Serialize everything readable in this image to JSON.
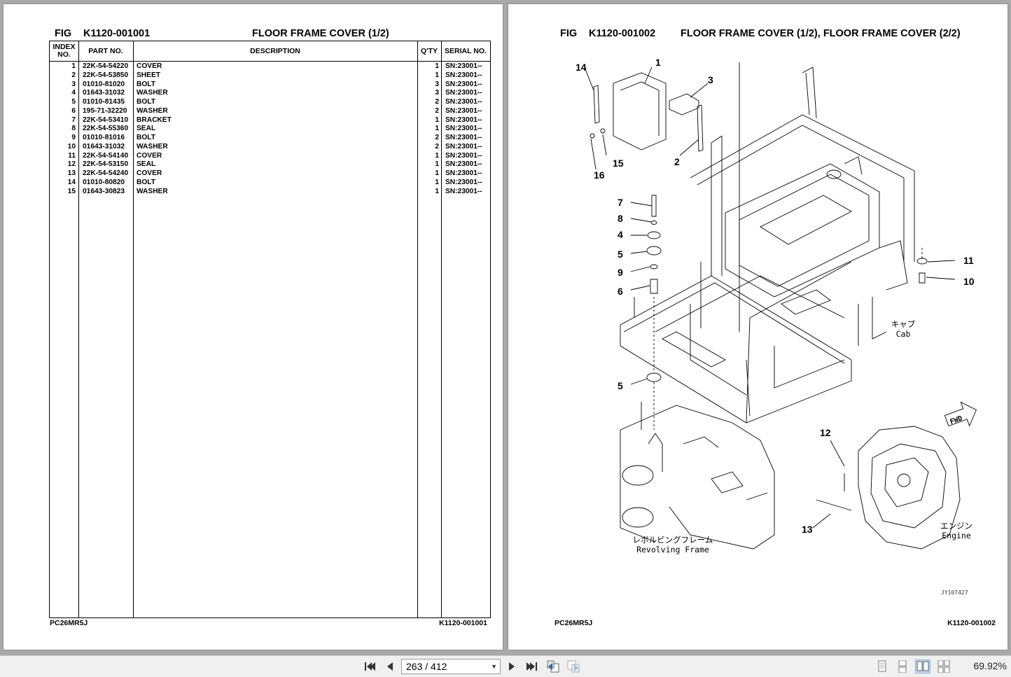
{
  "left_page": {
    "fig_prefix": "FIG",
    "fig_number": "K1120-001001",
    "title": "FLOOR FRAME COVER (1/2)",
    "columns": {
      "index": "INDEX NO.",
      "part_no": "PART NO.",
      "description": "DESCRIPTION",
      "qty": "Q'TY",
      "serial": "SERIAL NO."
    },
    "rows": [
      {
        "index": "1",
        "part": "22K-54-54220",
        "desc": "COVER",
        "qty": "1",
        "serial": "SN:23001--"
      },
      {
        "index": "2",
        "part": "22K-54-53850",
        "desc": "SHEET",
        "qty": "1",
        "serial": "SN:23001--"
      },
      {
        "index": "3",
        "part": "01010-81020",
        "desc": "BOLT",
        "qty": "3",
        "serial": "SN:23001--"
      },
      {
        "index": "4",
        "part": "01643-31032",
        "desc": "WASHER",
        "qty": "3",
        "serial": "SN:23001--"
      },
      {
        "index": "5",
        "part": "01010-81435",
        "desc": "BOLT",
        "qty": "2",
        "serial": "SN:23001--"
      },
      {
        "index": "6",
        "part": "195-71-32220",
        "desc": "WASHER",
        "qty": "2",
        "serial": "SN:23001--"
      },
      {
        "index": "7",
        "part": "22K-54-53410",
        "desc": "BRACKET",
        "qty": "1",
        "serial": "SN:23001--"
      },
      {
        "index": "8",
        "part": "22K-54-55360",
        "desc": "SEAL",
        "qty": "1",
        "serial": "SN:23001--"
      },
      {
        "index": "9",
        "part": "01010-81016",
        "desc": "BOLT",
        "qty": "2",
        "serial": "SN:23001--"
      },
      {
        "index": "10",
        "part": "01643-31032",
        "desc": "WASHER",
        "qty": "2",
        "serial": "SN:23001--"
      },
      {
        "index": "11",
        "part": "22K-54-54140",
        "desc": "COVER",
        "qty": "1",
        "serial": "SN:23001--"
      },
      {
        "index": "12",
        "part": "22K-54-53150",
        "desc": "SEAL",
        "qty": "1",
        "serial": "SN:23001--"
      },
      {
        "index": "13",
        "part": "22K-54-54240",
        "desc": "COVER",
        "qty": "1",
        "serial": "SN:23001--"
      },
      {
        "index": "14",
        "part": "01010-80820",
        "desc": "BOLT",
        "qty": "1",
        "serial": "SN:23001--"
      },
      {
        "index": "15",
        "part": "01643-30823",
        "desc": "WASHER",
        "qty": "1",
        "serial": "SN:23001--"
      }
    ],
    "footer_left": "PC26MR5J",
    "footer_right": "K1120-001001"
  },
  "right_page": {
    "fig_prefix": "FIG",
    "fig_number": "K1120-001002",
    "title": "FLOOR FRAME COVER (1/2), FLOOR FRAME COVER (2/2)",
    "callouts": [
      "1",
      "2",
      "3",
      "4",
      "5",
      "6",
      "7",
      "8",
      "9",
      "10",
      "11",
      "12",
      "13",
      "14",
      "15",
      "16",
      "5"
    ],
    "captions": {
      "cab_jp": "キャブ",
      "cab_en": "Cab",
      "frame_jp": "レボルビングフレーム",
      "frame_en": "Revolving Frame",
      "engine_jp": "エンジン",
      "engine_en": "Engine",
      "fwd": "FWD",
      "drawing_id": "JY107427"
    },
    "footer_left": "PC26MR5J",
    "footer_right": "K1120-001002"
  },
  "toolbar": {
    "page_indicator": "263 / 412",
    "zoom": "69.92%",
    "icons": [
      "first-page-icon",
      "previous-page-icon",
      "next-page-icon",
      "last-page-icon",
      "previous-view-icon",
      "next-view-icon",
      "single-page-view-icon",
      "continuous-view-icon",
      "facing-view-icon",
      "continuous-facing-view-icon"
    ]
  }
}
